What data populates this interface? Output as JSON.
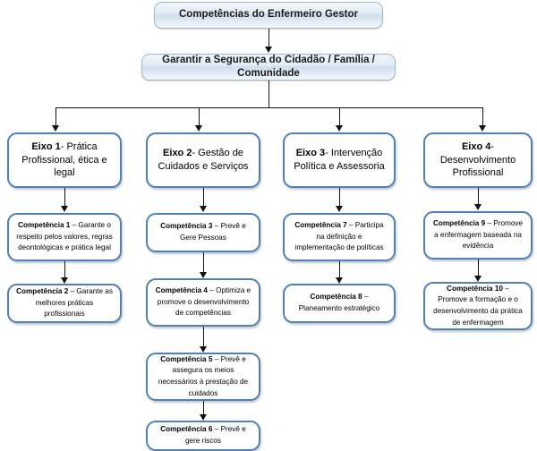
{
  "diagram": {
    "title": "Competências do Enfermeiro Gestor",
    "root": {
      "label": "Competências do Enfermeiro Gestor"
    },
    "subroot": {
      "label": "Garantir a Segurança do Cidadão / Família / Comunidade"
    },
    "colors": {
      "banner_border": "#9fb6cd",
      "banner_fill": "#e3ecf5",
      "box_border": "#4f81bd",
      "box_fill": "#ffffff",
      "connector": "#111111",
      "text": "#000000"
    },
    "axes": [
      {
        "id": "eixo-1",
        "lead": "Eixo 1",
        "rest": "- Prática Profissional, ética e legal",
        "competencies": [
          {
            "id": "competencia-1",
            "lead": "Competência 1",
            "rest": "– Garante o respeito pelos valores, regras deontológicas e prática legal"
          },
          {
            "id": "competencia-2",
            "lead": "Competência 2",
            "rest": "– Garante as melhores práticas profissionais"
          }
        ]
      },
      {
        "id": "eixo-2",
        "lead": "Eixo 2",
        "rest": "- Gestão de Cuidados e Serviços",
        "competencies": [
          {
            "id": "competencia-3",
            "lead": "Competência 3",
            "rest": "– Prevê e Gere Pessoas"
          },
          {
            "id": "competencia-4",
            "lead": "Competência 4",
            "rest": "– Optimiza e promove o desenvolvimento de competências"
          },
          {
            "id": "competencia-5",
            "lead": "Competência 5",
            "rest": "– Prevê e assegura os meios necessários à prestação de cuidados"
          },
          {
            "id": "competencia-6",
            "lead": "Competência 6",
            "rest": "– Prevê e gere riscos"
          }
        ]
      },
      {
        "id": "eixo-3",
        "lead": "Eixo 3",
        "rest": "- Intervenção Política e Assessoria",
        "competencies": [
          {
            "id": "competencia-7",
            "lead": "Competência 7",
            "rest": "– Participa na definição e implementação de políticas"
          },
          {
            "id": "competencia-8",
            "lead": "Competência 8",
            "rest": "– Planeamento estratégico"
          }
        ]
      },
      {
        "id": "eixo-4",
        "lead": "Eixo 4",
        "rest": "- Desenvolvimento Profissional",
        "competencies": [
          {
            "id": "competencia-9",
            "lead": "Competência 9",
            "rest": "– Promove a enfermagem baseada na evidência"
          },
          {
            "id": "competencia-10",
            "lead": "Competência 10",
            "rest": "– Promove a formação e o desenvolvimento da prática de enfermagem"
          }
        ]
      }
    ]
  }
}
